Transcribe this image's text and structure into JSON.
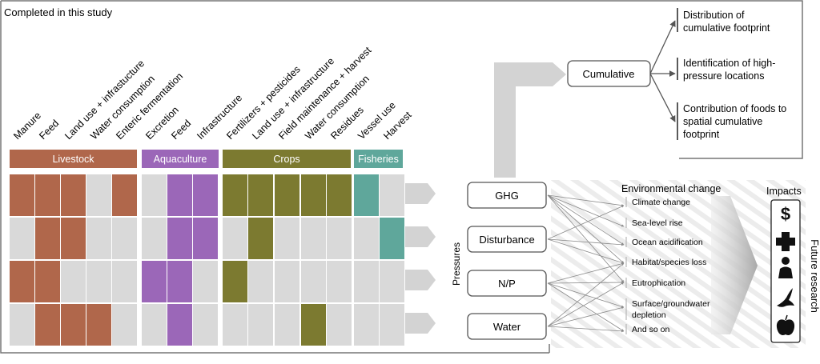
{
  "frame_title": "Completed in this study",
  "columns": [
    {
      "label": "Manure"
    },
    {
      "label": "Feed"
    },
    {
      "label": "Land use + infrastucture"
    },
    {
      "label": "Water consumption"
    },
    {
      "label": "Enteric fermentation"
    },
    {
      "label": "Excretion"
    },
    {
      "label": "Feed"
    },
    {
      "label": "Infrastructure"
    },
    {
      "label": "Fertilizers + pesticides"
    },
    {
      "label": "Land use + infrastructure"
    },
    {
      "label": "Field maintenance + harvest"
    },
    {
      "label": "Water consumption"
    },
    {
      "label": "Residues"
    },
    {
      "label": "Vessel use"
    },
    {
      "label": "Harvest"
    }
  ],
  "groups": [
    {
      "name": "Livestock",
      "color": "#b0674b",
      "cols": [
        0,
        1,
        2,
        3,
        4
      ]
    },
    {
      "name": "Aquaculture",
      "color": "#9b67b8",
      "cols": [
        5,
        6,
        7
      ]
    },
    {
      "name": "Crops",
      "color": "#7c7a30",
      "cols": [
        8,
        9,
        10,
        11,
        12
      ]
    },
    {
      "name": "Fisheries",
      "color": "#5fa79b",
      "cols": [
        13,
        14
      ]
    }
  ],
  "matrix": [
    [
      1,
      1,
      1,
      0,
      1,
      0,
      1,
      1,
      1,
      1,
      1,
      1,
      1,
      1,
      0
    ],
    [
      0,
      1,
      1,
      0,
      0,
      0,
      1,
      1,
      0,
      1,
      0,
      0,
      0,
      0,
      1
    ],
    [
      1,
      1,
      0,
      0,
      0,
      1,
      1,
      0,
      1,
      0,
      0,
      0,
      0,
      0,
      0
    ],
    [
      0,
      1,
      1,
      1,
      0,
      0,
      1,
      0,
      0,
      0,
      0,
      1,
      0,
      0,
      0
    ]
  ],
  "pressures_label": "Pressures",
  "pressures": [
    "GHG",
    "Disturbance",
    "N/P",
    "Water"
  ],
  "environmental_change_title": "Environmental change",
  "environmental_changes": [
    "Climate change",
    "Sea-level rise",
    "Ocean acidification",
    "Habitat/species loss",
    "Eutrophication",
    "Surface/groundwater|depletion",
    "And so on"
  ],
  "impacts_title": "Impacts",
  "impact_icons": [
    "dollar-icon",
    "medical-cross-icon",
    "person-icon",
    "bird-icon",
    "apple-icon"
  ],
  "future_research_label": "Future research",
  "cumulative_label": "Cumulative",
  "outcomes": [
    "Distribution of|cumulative footprint",
    "Identification of high-|pressure locations",
    "Contribution of foods to|spatial cumulative|footprint"
  ],
  "colors": {
    "empty_cell": "#d9d9d9",
    "frame": "#777777",
    "arrow": "#d3d3d3"
  }
}
